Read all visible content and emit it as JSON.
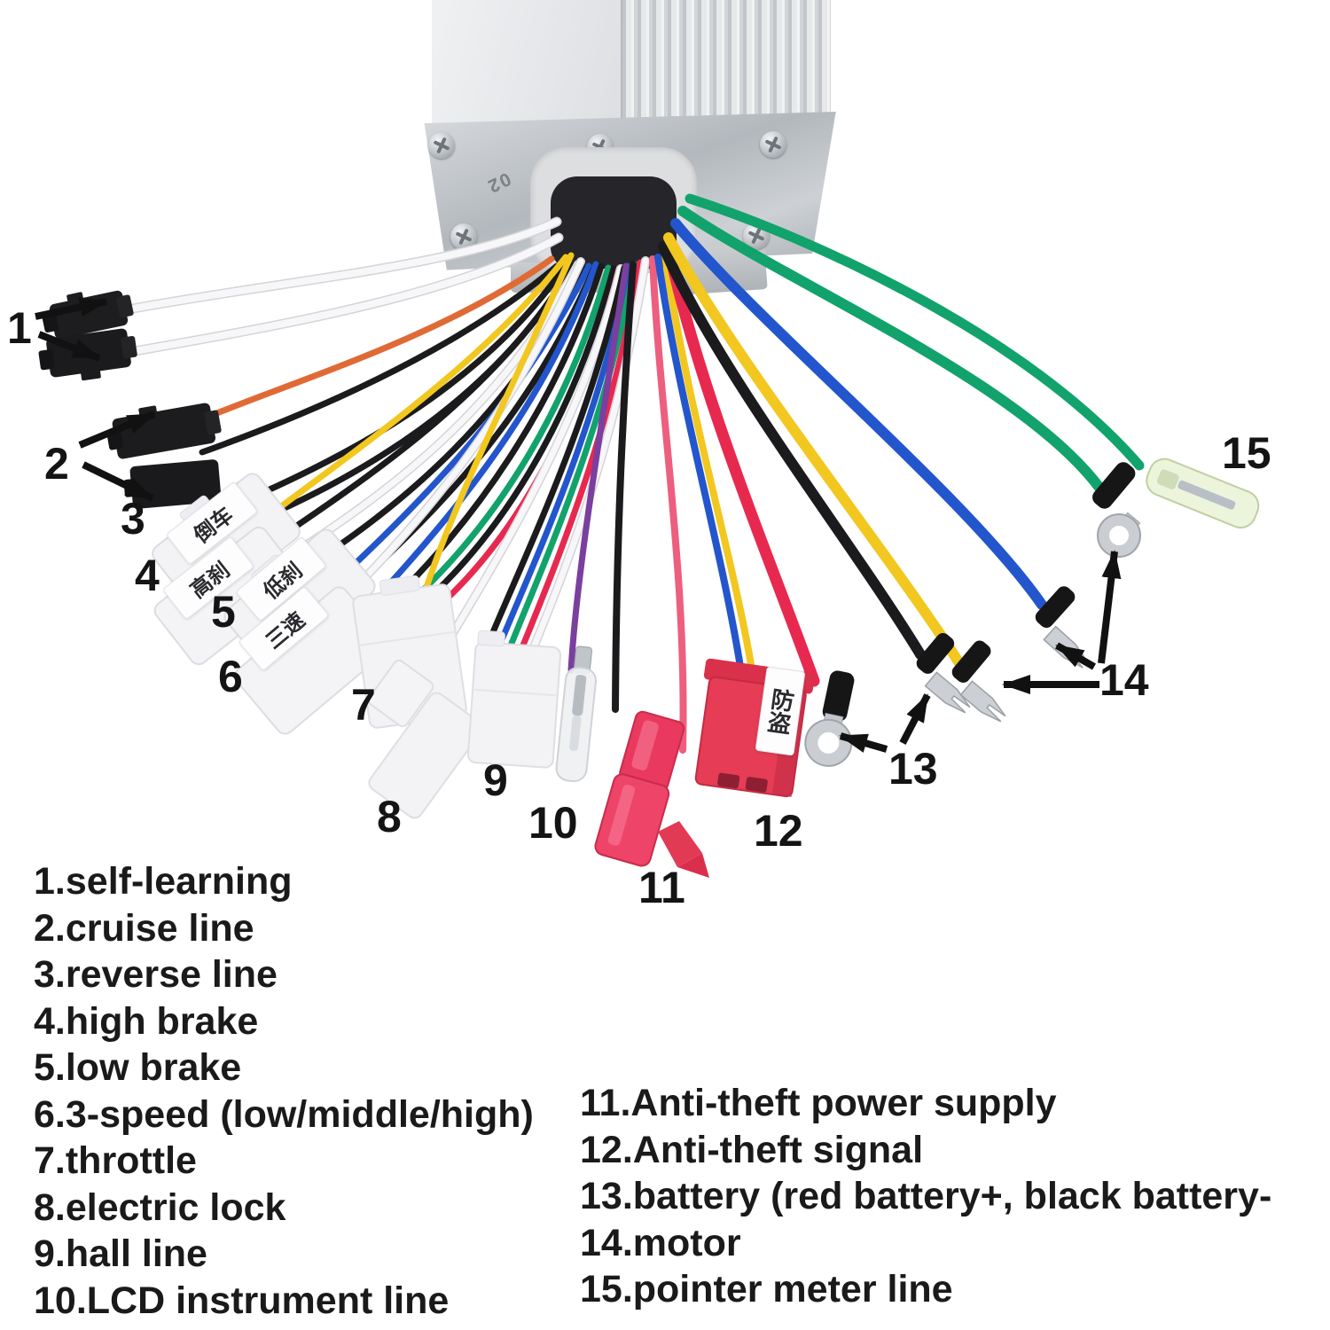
{
  "controller": {
    "plate_stamp": "02"
  },
  "connector_tags": {
    "reverse": "倒车",
    "high_brake": "高刹",
    "low_brake": "低刹",
    "three_speed": "三速",
    "anti_theft": "防盗"
  },
  "callouts": [
    "1",
    "2",
    "3",
    "4",
    "5",
    "6",
    "7",
    "8",
    "9",
    "10",
    "11",
    "12",
    "13",
    "14",
    "15"
  ],
  "legend": {
    "left": [
      "1.self-learning",
      "2.cruise line",
      "3.reverse line",
      "4.high brake",
      "5.low brake",
      "6.3-speed (low/middle/high)",
      "7.throttle",
      "8.electric lock",
      "9.hall line",
      "10.LCD instrument line"
    ],
    "right": [
      "11.Anti-theft power supply",
      "12.Anti-theft signal",
      "13.battery (red battery+, black battery-",
      "14.motor",
      "15.pointer meter line"
    ]
  },
  "colors": {
    "page_background": "#ffffff",
    "box_silver": "#d5d8db",
    "arrow_black": "#111111",
    "text_black": "#1a1a1a",
    "wire_white": "#f7f7f9",
    "wire_black": "#1b1b1d",
    "wire_red": "#e8294f",
    "wire_pink": "#ed5f7e",
    "wire_orange": "#e06a35",
    "wire_yellow": "#f2c71f",
    "wire_blue": "#2356cc",
    "wire_green": "#11a36b",
    "wire_purple": "#7b3f9e",
    "connector_red": "#e63c55",
    "connector_white": "#f3f3f6",
    "connector_black": "#1d1d1f",
    "terminal_silver": "#ccd0d4",
    "bullet_clear_green": "#ecf3da"
  }
}
